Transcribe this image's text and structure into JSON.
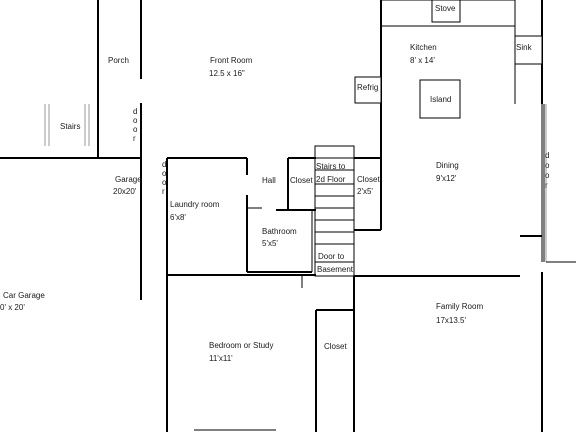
{
  "rooms": {
    "front_room": {
      "name": "Front Room",
      "size": "12.5 x 16\""
    },
    "porch": {
      "name": "Porch"
    },
    "stairs": {
      "name": "Stairs"
    },
    "garage": {
      "name": "Garage",
      "size": "20x20'"
    },
    "car_garage": {
      "name": "Car Garage",
      "size": "0' x 20'"
    },
    "laundry": {
      "name": "Laundry room",
      "size": "6'x8'"
    },
    "hall": {
      "name": "Hall"
    },
    "closet_hall": {
      "name": "Closet"
    },
    "bathroom": {
      "name": "Bathroom",
      "size": "5'x5'"
    },
    "stairs_2d": {
      "line1": "Stairs to",
      "line2": "2d Floor"
    },
    "closet_stairs": {
      "name": "Closet",
      "size": "2'x5'"
    },
    "door_basement": {
      "line1": "Door to",
      "line2": "Basement"
    },
    "kitchen": {
      "name": "Kitchen",
      "size": "8' x 14'"
    },
    "stove": {
      "name": "Stove"
    },
    "sink": {
      "name": "Sink"
    },
    "refrig": {
      "name": "Refrig"
    },
    "island": {
      "name": "Island"
    },
    "dining": {
      "name": "Dining",
      "size": "9'x12'"
    },
    "family_room": {
      "name": "Family Room",
      "size": "17x13.5'"
    },
    "bedroom": {
      "name": "Bedroom or Study",
      "size": "11'x11'"
    },
    "closet_bedroom": {
      "name": "Closet"
    }
  },
  "door_letters": [
    "d",
    "o",
    "o",
    "r"
  ]
}
